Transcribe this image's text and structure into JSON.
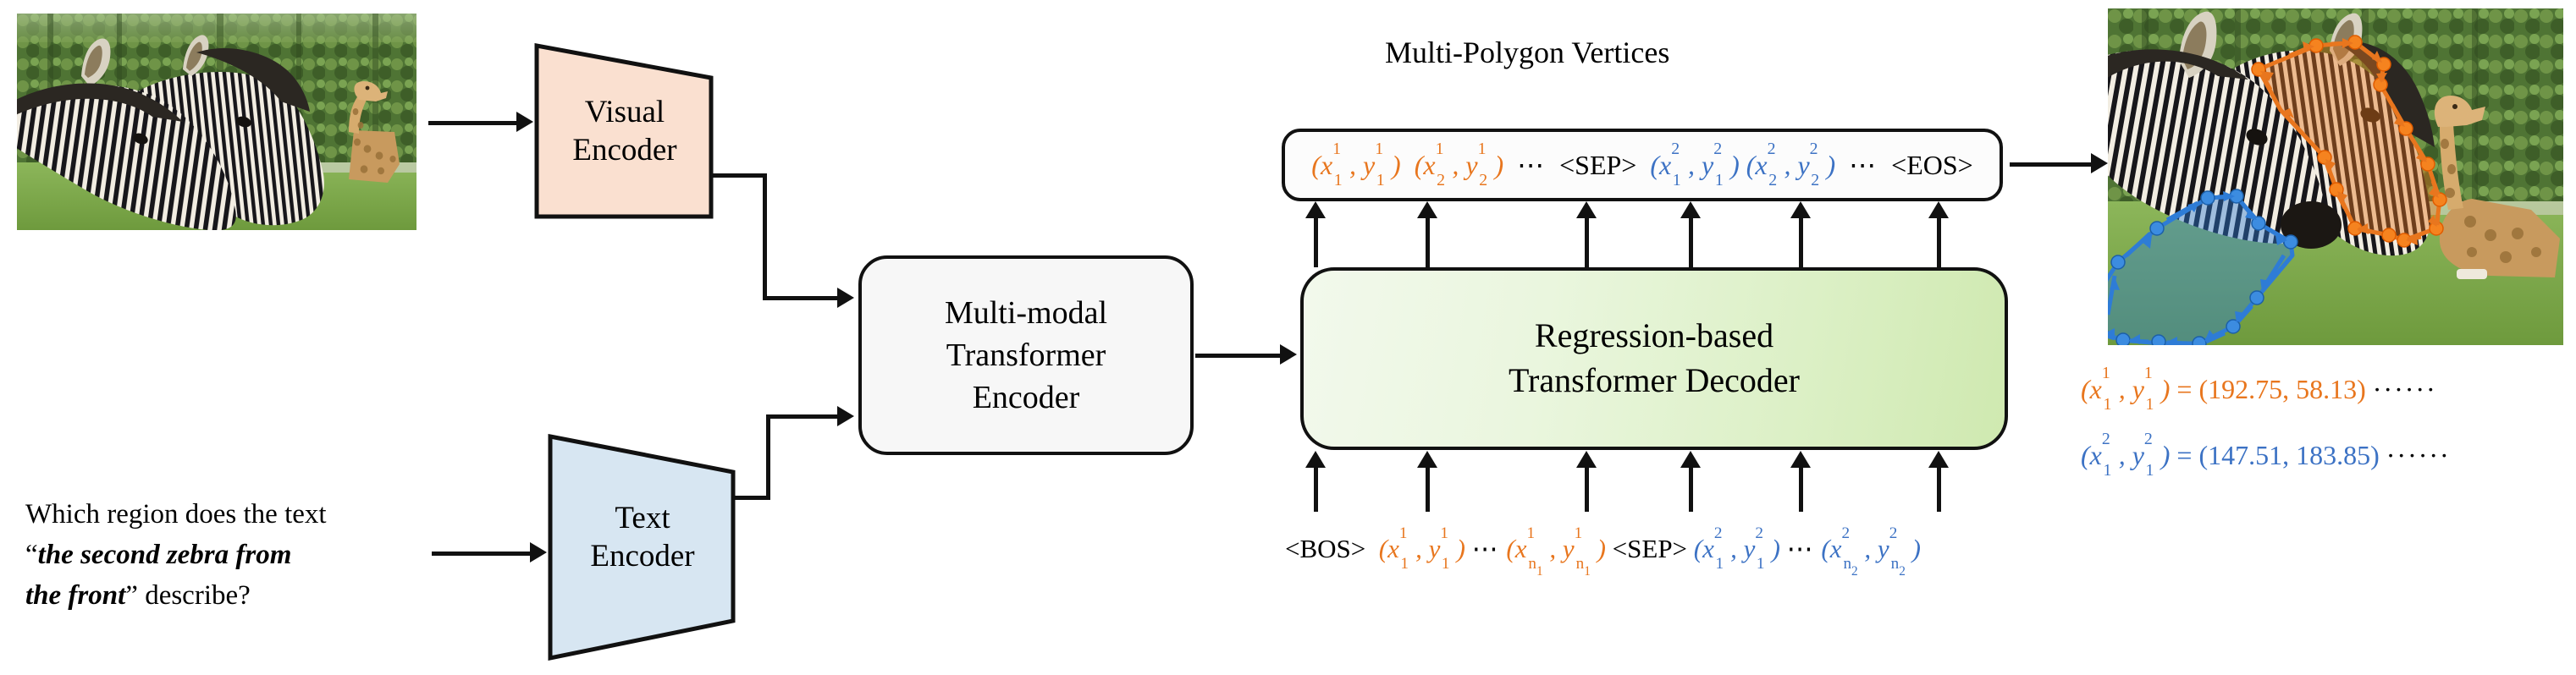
{
  "figure": {
    "title": "Multi-Polygon Vertices"
  },
  "input_image": {
    "name": "zebras-and-giraffe-photo",
    "caption": "Two zebras in profile with a giraffe resting in the background on green grass"
  },
  "question": {
    "prefix": "Which region does the text",
    "quote_open": "“",
    "emphasis_line1": "the second zebra from",
    "emphasis_line2": "the front",
    "quote_close": "”",
    "suffix": " describe?"
  },
  "encoders": {
    "visual": {
      "line1": "Visual",
      "line2": "Encoder",
      "fill": "#FAE0D0",
      "stroke": "#111111"
    },
    "text": {
      "line1": "Text",
      "line2": "Encoder",
      "fill": "#D7E6F2",
      "stroke": "#111111"
    }
  },
  "multimodal_encoder": {
    "line1": "Multi-modal",
    "line2": "Transformer",
    "line3": "Encoder",
    "fill": "#F7F7F7"
  },
  "decoder": {
    "line1": "Regression-based",
    "line2": "Transformer Decoder",
    "fill_start": "#F2F9EC",
    "fill_end": "#CFE9B0"
  },
  "output_sequence": {
    "tokens": [
      {
        "kind": "coord",
        "x": "x",
        "y": "y",
        "sup": "1",
        "sub": "1",
        "color": "#E8761E"
      },
      {
        "kind": "coord",
        "x": "x",
        "y": "y",
        "sup": "1",
        "sub": "2",
        "color": "#E8761E"
      },
      {
        "kind": "ellipsis",
        "text": "⋯",
        "color": "#000000"
      },
      {
        "kind": "special",
        "text": "<SEP>",
        "color": "#000000"
      },
      {
        "kind": "coord",
        "x": "x",
        "y": "y",
        "sup": "2",
        "sub": "1",
        "color": "#3C72C4"
      },
      {
        "kind": "coord",
        "x": "x",
        "y": "y",
        "sup": "2",
        "sub": "2",
        "color": "#3C72C4"
      },
      {
        "kind": "ellipsis",
        "text": "⋯",
        "color": "#000000"
      },
      {
        "kind": "special",
        "text": "<EOS>",
        "color": "#000000"
      }
    ]
  },
  "input_sequence": {
    "tokens": [
      {
        "kind": "special",
        "text": "<BOS>",
        "color": "#000000"
      },
      {
        "kind": "coord",
        "x": "x",
        "y": "y",
        "sup": "1",
        "sub": "1",
        "color": "#E8761E"
      },
      {
        "kind": "ellipsis",
        "text": "⋯",
        "color": "#000000"
      },
      {
        "kind": "coord",
        "x": "x",
        "y": "y",
        "sup": "1",
        "sub": "n₁",
        "color": "#E8761E"
      },
      {
        "kind": "special",
        "text": "<SEP>",
        "color": "#000000"
      },
      {
        "kind": "coord",
        "x": "x",
        "y": "y",
        "sup": "2",
        "sub": "1",
        "color": "#3C72C4"
      },
      {
        "kind": "ellipsis",
        "text": "⋯",
        "color": "#000000"
      },
      {
        "kind": "coord",
        "x": "x",
        "y": "y",
        "sup": "2",
        "sub": "n₂",
        "color": "#3C72C4"
      }
    ]
  },
  "coordinate_readouts": [
    {
      "label_x": "x",
      "label_y": "y",
      "sup": "1",
      "sub": "1",
      "equals": "=",
      "value": "(192.75, 58.13)",
      "trailing": "······",
      "color": "#E8761E"
    },
    {
      "label_x": "x",
      "label_y": "y",
      "sup": "2",
      "sub": "1",
      "equals": "=",
      "value": "(147.51, 183.85)",
      "trailing": "······",
      "color": "#3C72C4"
    }
  ],
  "output_image": {
    "name": "segmented-zebras-photo",
    "caption": "Same photo with an orange polygon outlining the second zebra's head and a blue polygon outlining the first zebra's body",
    "polygons": [
      {
        "id": "polygon-1",
        "color": "#E8761E",
        "fill_opacity": 0.45,
        "vertex_count": 14
      },
      {
        "id": "polygon-2",
        "color": "#2E7CD6",
        "fill_opacity": 0.45,
        "vertex_count": 12
      }
    ]
  },
  "arrow_counts": {
    "decoder_output_arrows": 6,
    "decoder_input_arrows": 6
  }
}
